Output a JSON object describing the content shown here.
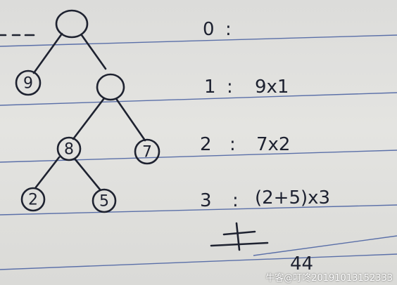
{
  "tree": {
    "leaves": [
      {
        "id": "leaf-9",
        "value": "9"
      },
      {
        "id": "leaf-7",
        "value": "7"
      },
      {
        "id": "leaf-2",
        "value": "2"
      },
      {
        "id": "leaf-5",
        "value": "5"
      }
    ],
    "internal_label": "8"
  },
  "rows": [
    {
      "level": "0",
      "sep": ":",
      "expr": ""
    },
    {
      "level": "1",
      "sep": ":",
      "expr": "9x1"
    },
    {
      "level": "2",
      "sep": ":",
      "expr": "7x2"
    },
    {
      "level": "3",
      "sep": ":",
      "expr": "(2+5)x3"
    }
  ],
  "total": "44",
  "watermark": "牛客@叮咚20191013152333"
}
